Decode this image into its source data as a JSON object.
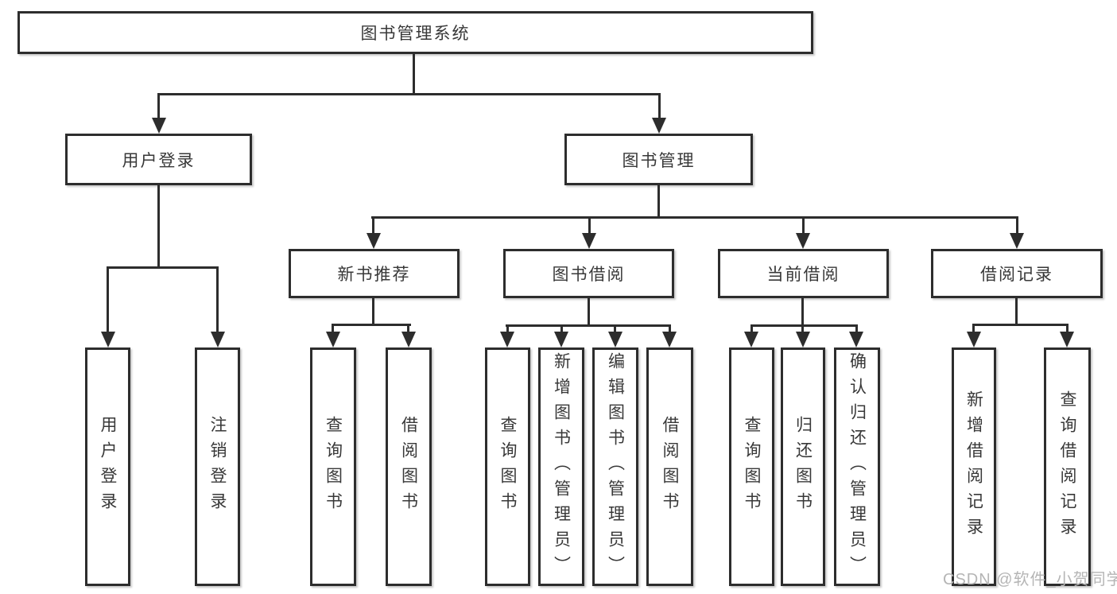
{
  "colors": {
    "line": "#2d2d2d",
    "text": "#383838",
    "watermark_text": "#b5b5b5",
    "background": "#ffffff"
  },
  "watermark": "CSDN @软件_小贺同学",
  "tree": {
    "root": "图书管理系统",
    "user_login_branch": {
      "label": "用户登录",
      "children": [
        "用户登录",
        "注销登录"
      ]
    },
    "book_mgmt_branch": {
      "label": "图书管理",
      "sections": [
        {
          "label": "新书推荐",
          "children": [
            "查询图书",
            "借阅图书"
          ]
        },
        {
          "label": "图书借阅",
          "children": [
            "查询图书",
            "新增图书（管理员）",
            "编辑图书（管理员）",
            "借阅图书"
          ]
        },
        {
          "label": "当前借阅",
          "children": [
            "查询图书",
            "归还图书",
            "确认归还（管理员）"
          ]
        },
        {
          "label": "借阅记录",
          "children": [
            "新增借阅记录",
            "查询借阅记录"
          ]
        }
      ]
    }
  }
}
